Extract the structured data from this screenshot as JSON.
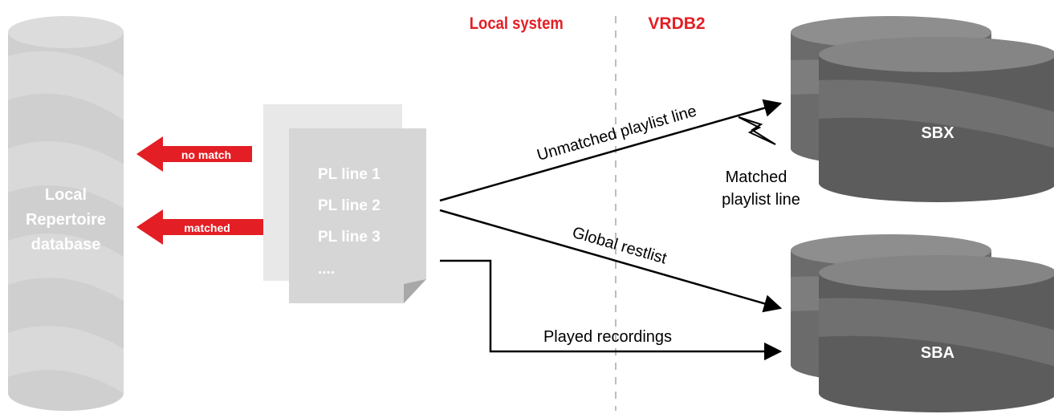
{
  "regions": {
    "left_label": "Local system",
    "right_label": "VRDB2"
  },
  "local_db": {
    "label_lines": [
      "Local",
      "Repertoire",
      "database"
    ]
  },
  "playlist": {
    "lines": [
      "PL line 1",
      "PL line 2",
      "PL line 3",
      "...."
    ]
  },
  "feedback_arrows": {
    "no_match": "no match",
    "matched": "matched"
  },
  "flows": {
    "unmatched": "Unmatched playlist line",
    "global_restlist": "Global restlist",
    "played_recordings": "Played recordings",
    "matched_line": [
      "Matched",
      "playlist line"
    ]
  },
  "databases": {
    "sbx": "SBX",
    "sba": "SBA"
  },
  "colors": {
    "accent_red": "#e31e24",
    "cylinder_light": "#d0d0d0",
    "cylinder_dark": "#6b6b6b",
    "doc_grey": "#d6d6d6",
    "doc_back": "#e8e8e8",
    "divider": "#bdbdbd",
    "line_black": "#000000"
  }
}
